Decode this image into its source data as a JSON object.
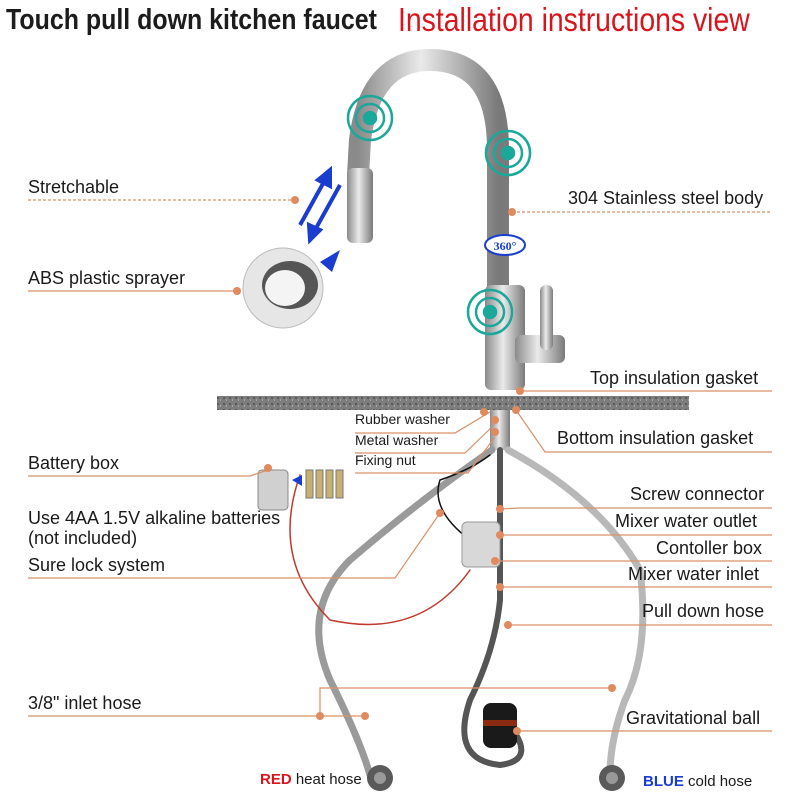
{
  "header": {
    "title": "Touch pull down kitchen faucet",
    "subtitle": "Installation instructions view"
  },
  "labels": {
    "stretchable": "Stretchable",
    "sprayer": "ABS plastic sprayer",
    "body": "304 Stainless steel body",
    "top_gasket": "Top insulation gasket",
    "rubber_washer": "Rubber washer",
    "metal_washer": "Metal washer",
    "fixing_nut": "Fixing nut",
    "bottom_gasket": "Bottom insulation gasket",
    "battery_box": "Battery box",
    "batteries_line1": "Use 4AA 1.5V alkaline batteries",
    "batteries_line2": "(not included)",
    "sure_lock": "Sure lock system",
    "screw_connector": "Screw connector",
    "mixer_outlet": "Mixer water outlet",
    "controller_box": "Contoller box",
    "mixer_inlet": "Mixer water inlet",
    "pull_down_hose": "Pull down hose",
    "inlet_hose": "3/8\" inlet hose",
    "grav_ball": "Gravitational ball",
    "rotation": "360°"
  },
  "hoses": {
    "red_word": "RED",
    "red_rest": "heat hose",
    "blue_word": "BLUE",
    "blue_rest": "cold hose"
  },
  "colors": {
    "leader": "#d9906a",
    "title_red": "#d8141c",
    "cold_blue": "#1a3ccf",
    "touch_teal": "#1aa89a"
  }
}
